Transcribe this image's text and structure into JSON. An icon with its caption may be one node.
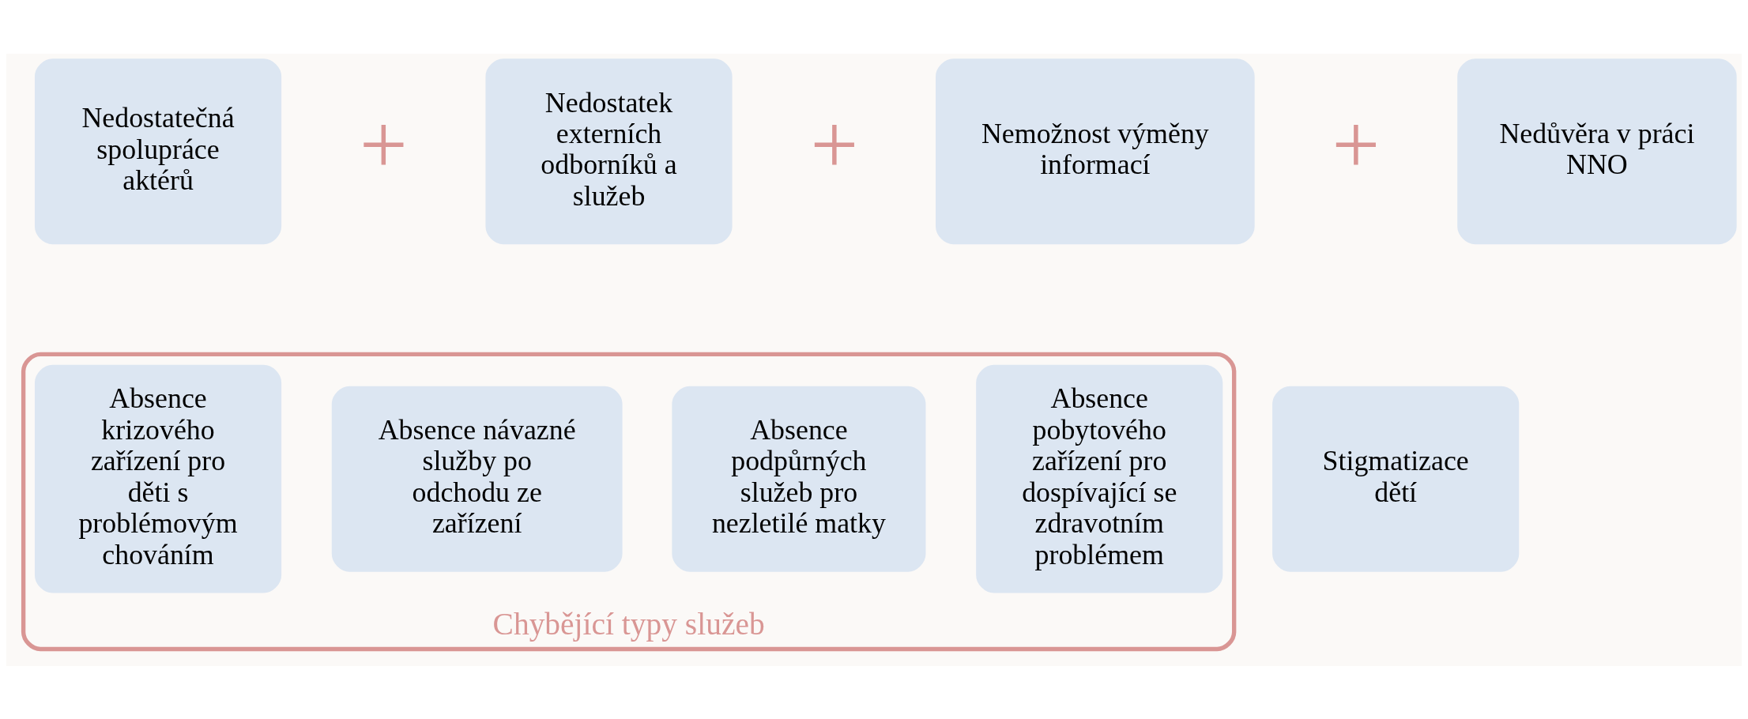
{
  "diagram": {
    "nodes": [
      {
        "text": [
          "Nedostatečná spolupráce aktérů"
        ]
      },
      {
        "text": [
          "Nedostatek externích odborníků a služeb"
        ]
      },
      {
        "text": [
          "Nemožnost výměny informací"
        ]
      },
      {
        "text": [
          "Nedůvěra v práci NNO"
        ]
      },
      {
        "text": [
          "Chybějící typy služeb"
        ]
      },
      {
        "text": [
          "Absence krizového zařízení pro děti s problémovým chováním"
        ],
        "in": 4
      },
      {
        "text": [
          "Absence návazné služby po odchodu ze zařízení"
        ],
        "in": 4
      },
      {
        "text": [
          "Absence podpůrných služeb pro nezletilé matky"
        ],
        "in": 4
      },
      {
        "text": [
          "Absence pobytového zařízení pro dospívající se zdravotním problémem"
        ],
        "in": 4
      },
      {
        "text": [
          "Stigmatizace dětí"
        ]
      }
    ],
    "edges": [],
    "labels": [
      "+",
      "+",
      "+"
    ]
  }
}
